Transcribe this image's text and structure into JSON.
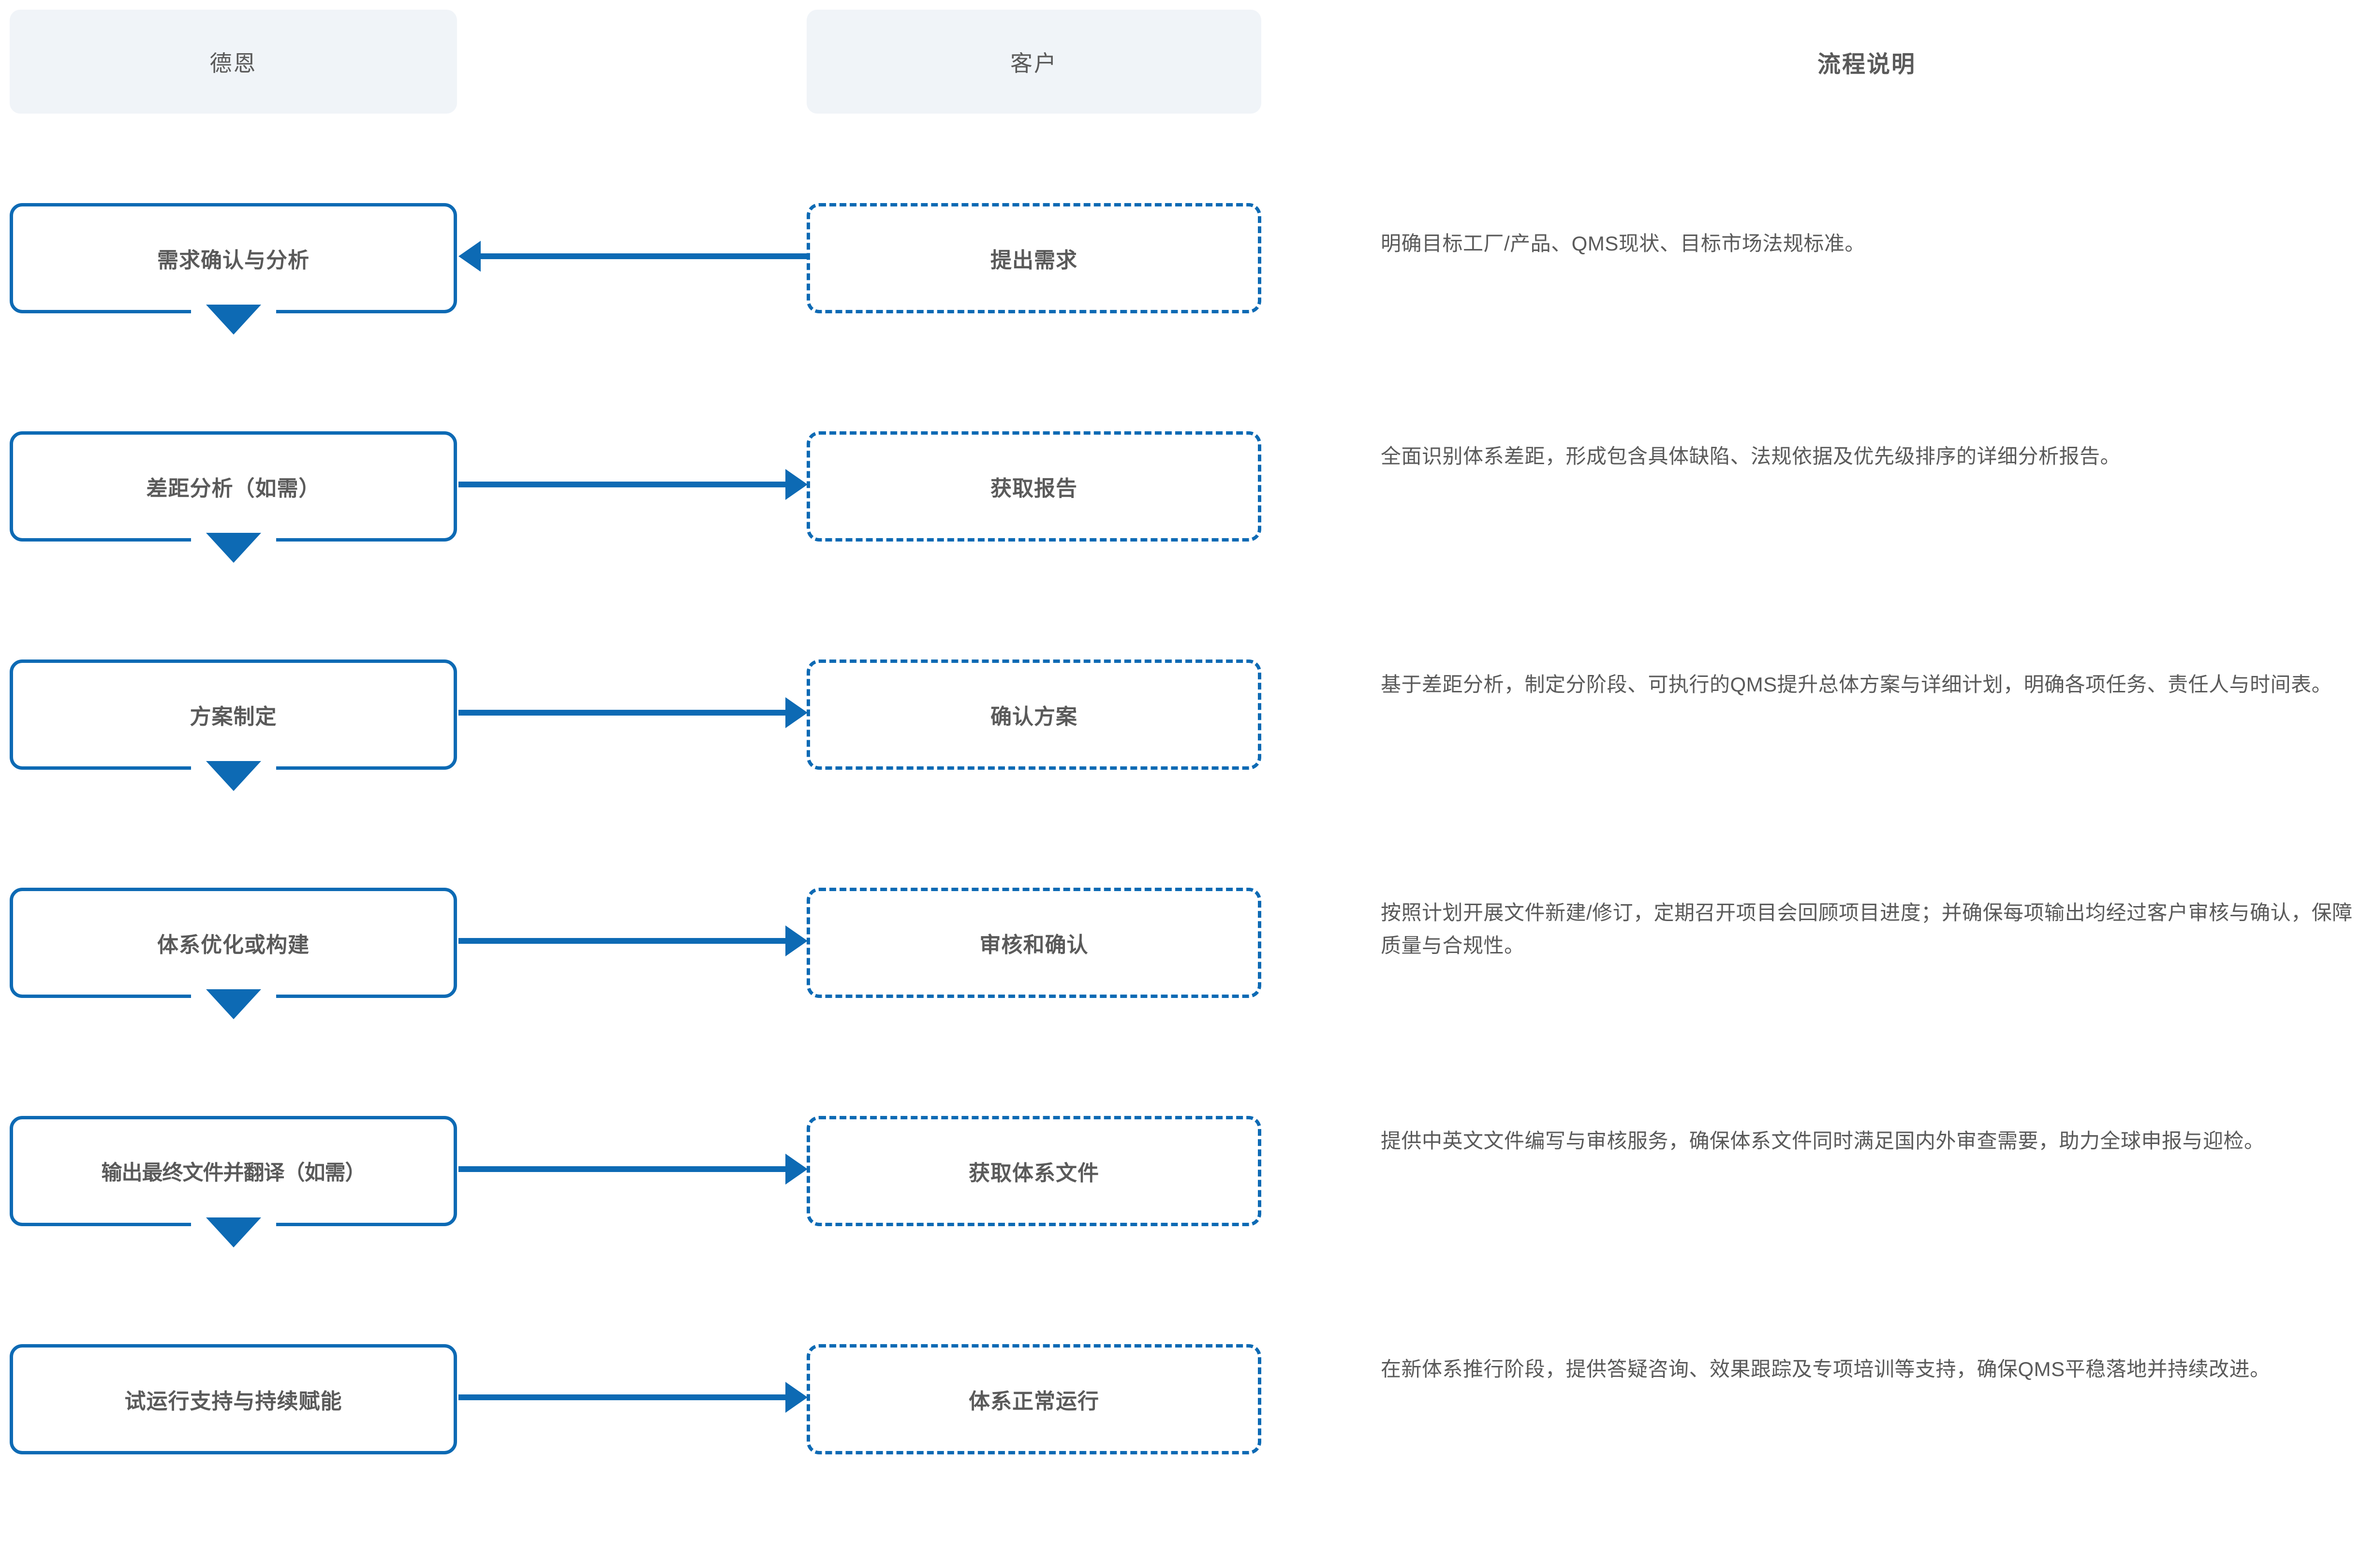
{
  "theme": {
    "accent": "#0d6ab4",
    "text": "#5a5a5a",
    "header_bg": "#f0f4f8",
    "page_bg": "#ffffff"
  },
  "header": {
    "columns": [
      {
        "label": "德恩",
        "style": "box"
      },
      {
        "label": "客户",
        "style": "box"
      },
      {
        "label": "流程说明",
        "style": "plain"
      }
    ]
  },
  "rows": [
    {
      "provider": "需求确认与分析",
      "customer": "提出需求",
      "arrow": "left",
      "has_step_triangle": true,
      "description": "明确目标工厂/产品、QMS现状、目标市场法规标准。"
    },
    {
      "provider": "差距分析（如需）",
      "customer": "获取报告",
      "arrow": "right",
      "has_step_triangle": true,
      "description": "全面识别体系差距，形成包含具体缺陷、法规依据及优先级排序的详细分析报告。"
    },
    {
      "provider": "方案制定",
      "customer": "确认方案",
      "arrow": "right",
      "has_step_triangle": true,
      "description": "基于差距分析，制定分阶段、可执行的QMS提升总体方案与详细计划，明确各项任务、责任人与时间表。"
    },
    {
      "provider": "体系优化或构建",
      "customer": "审核和确认",
      "arrow": "right",
      "has_step_triangle": true,
      "description": "按照计划开展文件新建/修订，定期召开项目会回顾项目进度；并确保每项输出均经过客户审核与确认，保障质量与合规性。"
    },
    {
      "provider": "输出最终文件并翻译（如需）",
      "customer": "获取体系文件",
      "arrow": "right",
      "has_step_triangle": true,
      "description": "提供中英文文件编写与审核服务，确保体系文件同时满足国内外审查需要，助力全球申报与迎检。"
    },
    {
      "provider": "试运行支持与持续赋能",
      "customer": "体系正常运行",
      "arrow": "right",
      "has_step_triangle": false,
      "description": "在新体系推行阶段，提供答疑咨询、效果跟踪及专项培训等支持，确保QMS平稳落地并持续改进。"
    }
  ]
}
